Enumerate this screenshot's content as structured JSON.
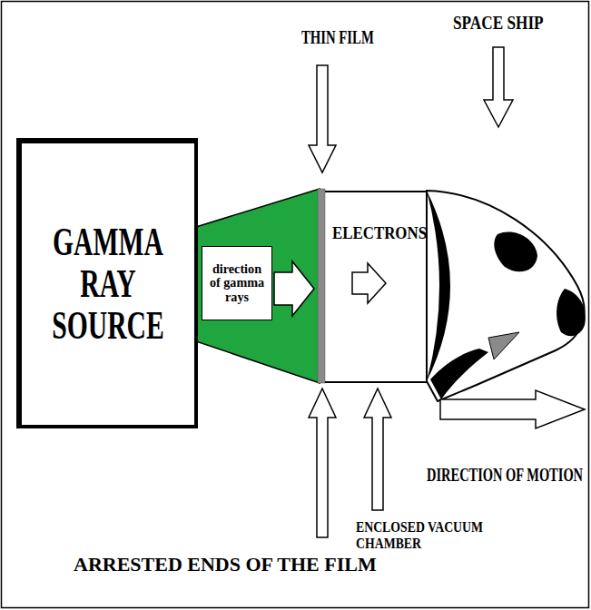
{
  "diagram": {
    "nodes": [
      {
        "text": [
          "GAMMA RAY SOURCE"
        ]
      },
      {
        "text": [
          "direction of gamma rays"
        ]
      },
      {
        "text": [
          "ELECTRONS"
        ]
      }
    ],
    "labels": [
      "SPACE SHIP",
      "THIN FILM",
      "DIRECTION OF MOTION",
      "ENCLOSED VACUUM CHAMBER",
      "ARRESTED ENDS OF THE FILM"
    ]
  }
}
